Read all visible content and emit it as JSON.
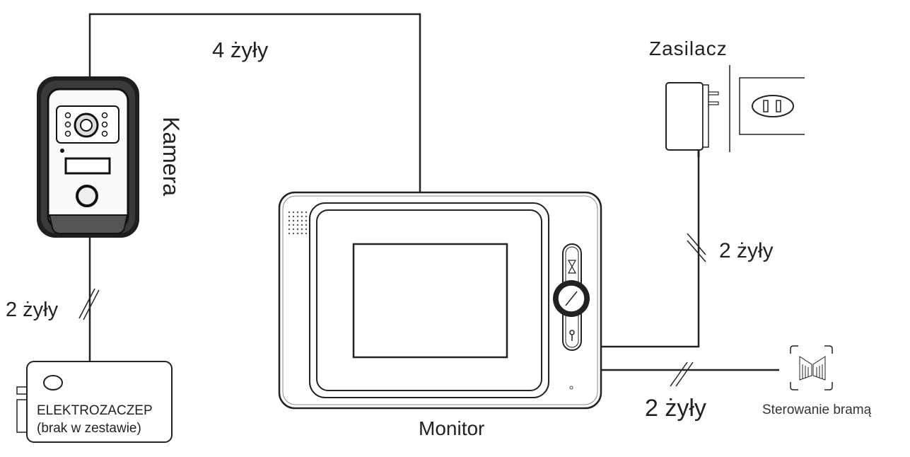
{
  "labels": {
    "top_wire": "4 żyły",
    "camera": "Kamera",
    "lock_wire": "2 żyły",
    "lock_name": "ELEKTROZACZEP",
    "lock_note": "(brak w zestawie)",
    "monitor": "Monitor",
    "power_supply": "Zasilacz",
    "power_wire": "2 żyły",
    "gate_wire": "2 żyły",
    "gate_control": "Sterowanie bramą"
  },
  "colors": {
    "line": "#222222",
    "device": "#1a1a1a"
  }
}
